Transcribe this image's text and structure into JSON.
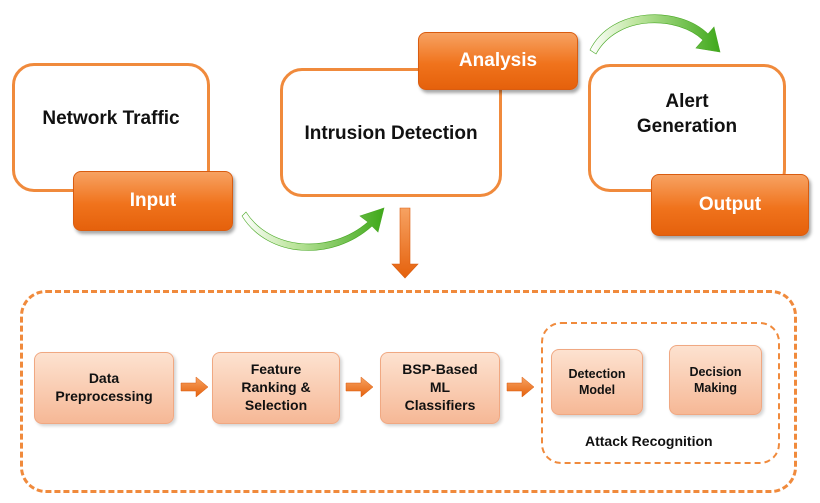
{
  "top_row": {
    "network_traffic": "Network Traffic",
    "input_tag": "Input",
    "intrusion_detection": "Intrusion Detection",
    "analysis_tag": "Analysis",
    "alert_generation": "Alert Generation",
    "output_tag": "Output"
  },
  "pipeline": {
    "data_preprocessing": "Data Preprocessing",
    "feature_ranking": "Feature Ranking & Selection",
    "bsp_classifiers": "BSP-Based ML Classifiers",
    "detection_model": "Detection Model",
    "decision_making": "Decision Making",
    "attack_recognition": "Attack Recognition"
  },
  "colors": {
    "orange": "#f0731c",
    "outline": "#f08a3c",
    "green": "#5cb82a",
    "step_fill": "#f9c9ab"
  }
}
